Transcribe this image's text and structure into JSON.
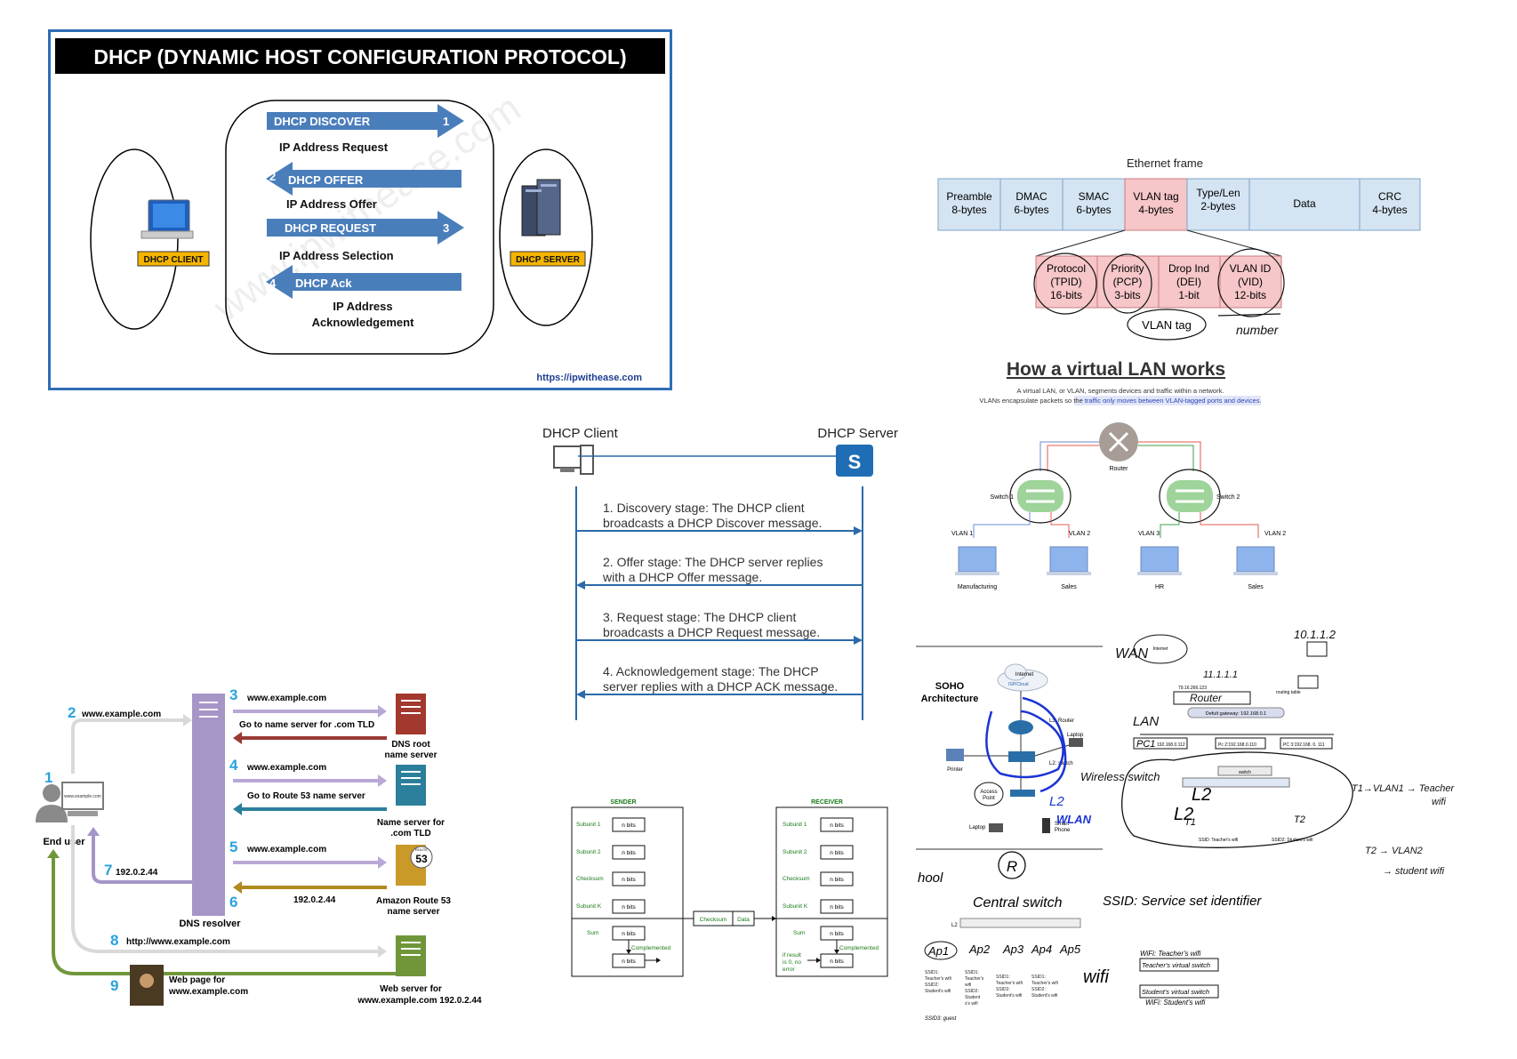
{
  "dhcp_panel": {
    "title": "DHCP (DYNAMIC HOST CONFIGURATION PROTOCOL)",
    "client_label": "DHCP CLIENT",
    "server_label": "DHCP SERVER",
    "steps": [
      {
        "num": "1",
        "name": "DHCP DISCOVER",
        "desc": "IP Address Request"
      },
      {
        "num": "2",
        "name": "DHCP OFFER",
        "desc": "IP Address Offer"
      },
      {
        "num": "3",
        "name": "DHCP REQUEST",
        "desc": "IP Address Selection"
      },
      {
        "num": "4",
        "name": "DHCP Ack",
        "desc": "IP Address",
        "desc2": "Acknowledgement"
      }
    ],
    "url": "https://ipwithease.com",
    "colors": {
      "arrow": "#4a7ebb",
      "title_bg": "#000000",
      "label_bg": "#f4b400",
      "border": "#2f6db5"
    }
  },
  "ethernet": {
    "title": "Ethernet frame",
    "fields": [
      {
        "l1": "Preamble",
        "l2": "8-bytes"
      },
      {
        "l1": "DMAC",
        "l2": "6-bytes"
      },
      {
        "l1": "SMAC",
        "l2": "6-bytes"
      },
      {
        "l1": "VLAN tag",
        "l2": "4-bytes"
      },
      {
        "l1": "Type/Len",
        "l2": "2-bytes"
      },
      {
        "l1": "Data",
        "l2": ""
      },
      {
        "l1": "CRC",
        "l2": "4-bytes"
      }
    ],
    "tag_fields": [
      {
        "l1": "Protocol",
        "l2": "(TPID)",
        "l3": "16-bits"
      },
      {
        "l1": "Priority",
        "l2": "(PCP)",
        "l3": "3-bits"
      },
      {
        "l1": "Drop Ind",
        "l2": "(DEI)",
        "l3": "1-bit"
      },
      {
        "l1": "VLAN ID",
        "l2": "(VID)",
        "l3": "12-bits"
      }
    ],
    "annot_tag": "VLAN tag",
    "annot_number": "number"
  },
  "vlan": {
    "title": "How a virtual LAN works",
    "sub1": "A virtual LAN, or VLAN, segments devices and traffic within a network.",
    "sub2a": "VLANs encapsulate packets so the ",
    "sub2b": "traffic only moves between VLAN-tagged ports and devices.",
    "router": "Router",
    "switch1": "Switch 1",
    "switch2": "Switch 2",
    "vlans": [
      "VLAN 1",
      "VLAN 2",
      "VLAN 3",
      "VLAN 2"
    ],
    "hosts": [
      "Manufacturing",
      "Sales",
      "HR",
      "Sales"
    ]
  },
  "dhcp_seq": {
    "client": "DHCP Client",
    "server": "DHCP Server",
    "steps": [
      {
        "l1": "1. Discovery stage: The DHCP client",
        "l2": "broadcasts a DHCP Discover message."
      },
      {
        "l1": "2. Offer stage: The DHCP server replies",
        "l2": "with a DHCP Offer message."
      },
      {
        "l1": "3. Request stage: The DHCP client",
        "l2": "broadcasts a DHCP Request message."
      },
      {
        "l1": "4. Acknowledgement stage: The DHCP",
        "l2": "server replies with a DHCP ACK message."
      }
    ]
  },
  "dns": {
    "steps": [
      {
        "num": "1"
      },
      {
        "num": "2",
        "text": "www.example.com"
      },
      {
        "num": "3",
        "text": "www.example.com"
      },
      {
        "num": "",
        "text": "Go to name server for .com TLD"
      },
      {
        "num": "4",
        "text": "www.example.com"
      },
      {
        "num": "",
        "text": "Go to Route 53 name server"
      },
      {
        "num": "5",
        "text": "www.example.com"
      },
      {
        "num": "6",
        "text": "192.0.2.44"
      },
      {
        "num": "7",
        "text": "192.0.2.44"
      },
      {
        "num": "8",
        "text": "http://www.example.com"
      },
      {
        "num": "9",
        "text": "Web page for",
        "text2": "www.example.com"
      }
    ],
    "end_user": "End user",
    "screen_text": "www.example.com",
    "resolver": "DNS resolver",
    "root": {
      "l1": "DNS root",
      "l2": "name server"
    },
    "tld": {
      "l1": "Name server for",
      "l2": ".com TLD"
    },
    "route53": {
      "l1": "Amazon Route 53",
      "l2": "name server",
      "badge": "53",
      "badge_top": "ROUTE"
    },
    "web": {
      "l1": "Web server for",
      "l2": "www.example.com 192.0.2.44"
    }
  },
  "checksum": {
    "sender": "SENDER",
    "receiver": "RECEIVER",
    "rows": [
      "Subunit 1",
      "Subunit 2",
      "Checksum",
      "Subunit K"
    ],
    "nbits": "n bits",
    "sum": "Sum",
    "complemented": "Complemented",
    "checksum_label": "Checksum",
    "data_label": "Data",
    "result": [
      "if result",
      "is 0, no",
      "error"
    ]
  },
  "soho": {
    "title1": "SOHO",
    "title2": "Architecture",
    "internet": "Internet",
    "isp": "ISP/Cloud",
    "l3": "L3: Router",
    "l2": "L2: switch",
    "laptop": "Laptop",
    "printer": "Printer",
    "ap1": "Access",
    "ap2": "Point",
    "laptop2": "Laptop",
    "smart1": "Smart",
    "smart2": "Phone",
    "hw_wireless": "Wireless switch",
    "hw_l2": "L2",
    "hw_wlan": "WLAN"
  },
  "notes": {
    "wan": "WAN",
    "lan": "LAN",
    "router": "Router",
    "ip_top": "10.1.1.2",
    "ip_mid": "11.1.1.1",
    "internet": "Internet",
    "ip_router": "79.16.266.123",
    "routing_table": "routing table",
    "gateway": "Defult gateway: 192.168.0.1",
    "pcs": [
      "192.168.0.112",
      "Pc 2:192.168.0.110",
      "PC 3:192.168. 0. 111"
    ],
    "pc1": "PC1",
    "switch": "switch",
    "l2a": "L2",
    "l2b": "L2",
    "t1": "T1",
    "t2": "T2",
    "t1_note": "T1→VLAN1 → Teacher",
    "t1_note2": "wifi",
    "t2_note": "T2 → VLAN2",
    "t2_note2": "→ student wifi",
    "ssid_teacher": "SSID: Teacher's wifi",
    "ssid_student": "SSID2: Student's wifi",
    "hool": "hool",
    "R": "R",
    "central": "Central switch",
    "ssid_def": "SSID: Service set identifier",
    "l2c": "L2",
    "aps": [
      "Ap1",
      "Ap2",
      "Ap3",
      "Ap4",
      "Ap5"
    ],
    "ssid_cols": [
      [
        "SSID1:",
        "Teacher's wifi",
        "SSID2:",
        "Student's wifi"
      ],
      [
        "SSID1:",
        "Teacher's",
        "wifi",
        "SSID2:",
        "Student",
        "s's wifi"
      ],
      [
        "SSID1:",
        "Teacher's wifi",
        "SSID2:",
        "Student's wifi"
      ],
      [
        "SSID1:",
        "Teacher's wifi",
        "SSID2:",
        "Student's wifi"
      ]
    ],
    "guest": "SSID3: guest",
    "wifi": "wifi",
    "wifi1": "WiFi: Teacher's wifi",
    "wifi1b": "Teacher's virtual switch",
    "wifi2": "Student's virtual switch",
    "wifi2b": "WiFi: Student's wifi"
  }
}
